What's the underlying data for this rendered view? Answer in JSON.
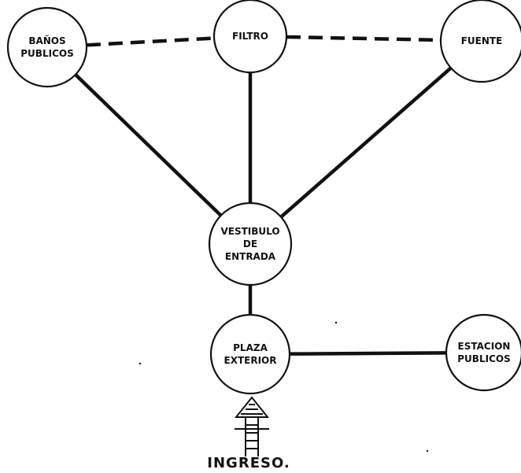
{
  "nodes": [
    {
      "id": "banos",
      "lines": [
        "BAÑOS",
        "PUBLICOS"
      ]
    },
    {
      "id": "filtro",
      "lines": [
        "FILTRO"
      ]
    },
    {
      "id": "fuente",
      "lines": [
        "FUENTE"
      ]
    },
    {
      "id": "vestibulo",
      "lines": [
        "VESTIBULO",
        "DE",
        "ENTRADA"
      ]
    },
    {
      "id": "plaza",
      "lines": [
        "PLAZA",
        "EXTERIOR"
      ]
    },
    {
      "id": "estacion",
      "lines": [
        "ESTACION",
        "PUBLICOS"
      ]
    }
  ],
  "edges": [
    {
      "from": "banos",
      "to": "filtro",
      "style": "dashed"
    },
    {
      "from": "filtro",
      "to": "fuente",
      "style": "dashed"
    },
    {
      "from": "banos",
      "to": "vestibulo",
      "style": "solid"
    },
    {
      "from": "filtro",
      "to": "vestibulo",
      "style": "solid"
    },
    {
      "from": "fuente",
      "to": "vestibulo",
      "style": "solid"
    },
    {
      "from": "vestibulo",
      "to": "plaza",
      "style": "solid"
    },
    {
      "from": "plaza",
      "to": "estacion",
      "style": "solid"
    }
  ],
  "entrance_label": "INGRESO.",
  "entrance_icon": "up-arrow-icon"
}
